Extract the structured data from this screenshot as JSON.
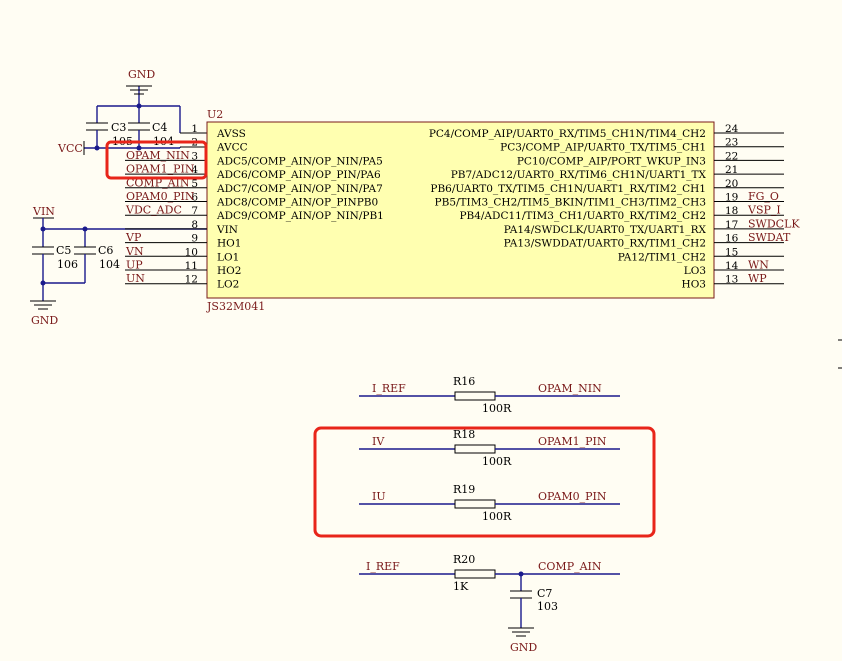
{
  "chip": {
    "designator": "U2",
    "part": "JS32M041",
    "left_pins": [
      {
        "num": "1",
        "name": "AVSS",
        "net": ""
      },
      {
        "num": "2",
        "name": "AVCC",
        "net": ""
      },
      {
        "num": "3",
        "name": "ADC5/COMP_AIN/OP_NIN/PA5",
        "net": "OPAM_NIN"
      },
      {
        "num": "4",
        "name": "ADC6/COMP_AIN/OP_PIN/PA6",
        "net": "OPAM1_PIN"
      },
      {
        "num": "5",
        "name": "ADC7/COMP_AIN/OP_NIN/PA7",
        "net": "COMP_AIN"
      },
      {
        "num": "6",
        "name": "ADC8/COMP_AIN/OP_PINPB0",
        "net": "OPAM0_PIN"
      },
      {
        "num": "7",
        "name": "ADC9/COMP_AIN/OP_NIN/PB1",
        "net": "VDC_ADC"
      },
      {
        "num": "8",
        "name": "VIN",
        "net": ""
      },
      {
        "num": "9",
        "name": "HO1",
        "net": "VP"
      },
      {
        "num": "10",
        "name": "LO1",
        "net": "VN"
      },
      {
        "num": "11",
        "name": "HO2",
        "net": "UP"
      },
      {
        "num": "12",
        "name": "LO2",
        "net": "UN"
      }
    ],
    "right_pins": [
      {
        "num": "24",
        "name": "PC4/COMP_AIP/UART0_RX/TIM5_CH1N/TIM4_CH2",
        "net": ""
      },
      {
        "num": "23",
        "name": "PC3/COMP_AIP/UART0_TX/TIM5_CH1",
        "net": ""
      },
      {
        "num": "22",
        "name": "PC10/COMP_AIP/PORT_WKUP_IN3",
        "net": ""
      },
      {
        "num": "21",
        "name": "PB7/ADC12/UART0_RX/TIM6_CH1N/UART1_TX",
        "net": ""
      },
      {
        "num": "20",
        "name": "PB6/UART0_TX/TIM5_CH1N/UART1_RX/TIM2_CH1",
        "net": ""
      },
      {
        "num": "19",
        "name": "PB5/TIM3_CH2/TIM5_BKIN/TIM1_CH3/TIM2_CH3",
        "net": "FG_O"
      },
      {
        "num": "18",
        "name": "PB4/ADC11/TIM3_CH1/UART0_RX/TIM2_CH2",
        "net": "VSP_I"
      },
      {
        "num": "17",
        "name": "PA14/SWDCLK/UART0_TX/UART1_RX",
        "net": "SWDCLK"
      },
      {
        "num": "16",
        "name": "PA13/SWDDAT/UART0_RX/TIM1_CH2",
        "net": "SWDAT"
      },
      {
        "num": "15",
        "name": "PA12/TIM1_CH2",
        "net": ""
      },
      {
        "num": "14",
        "name": "LO3",
        "net": "WN"
      },
      {
        "num": "13",
        "name": "HO3",
        "net": "WP"
      }
    ]
  },
  "power": {
    "gnd_top": "GND",
    "vcc": "VCC",
    "vin": "VIN",
    "gnd_left": "GND",
    "gnd_bottom": "GND"
  },
  "caps": {
    "c3": {
      "ref": "C3",
      "val": "105"
    },
    "c4": {
      "ref": "C4",
      "val": "104"
    },
    "c5": {
      "ref": "C5",
      "val": "106"
    },
    "c6": {
      "ref": "C6",
      "val": "104"
    },
    "c7": {
      "ref": "C7",
      "val": "103"
    }
  },
  "resistors": [
    {
      "ref": "R16",
      "val": "100R",
      "left_net": "I_REF",
      "right_net": "OPAM_NIN"
    },
    {
      "ref": "R18",
      "val": "100R",
      "left_net": "IV",
      "right_net": "OPAM1_PIN"
    },
    {
      "ref": "R19",
      "val": "100R",
      "left_net": "IU",
      "right_net": "OPAM0_PIN"
    },
    {
      "ref": "R20",
      "val": "1K",
      "left_net": "I_REF",
      "right_net": "COMP_AIN"
    }
  ],
  "colors": {
    "highlight": "#e8251a",
    "chip_fill": "#ffffb0",
    "wire": "#1a1a8c",
    "label": "#7a1a1a"
  }
}
